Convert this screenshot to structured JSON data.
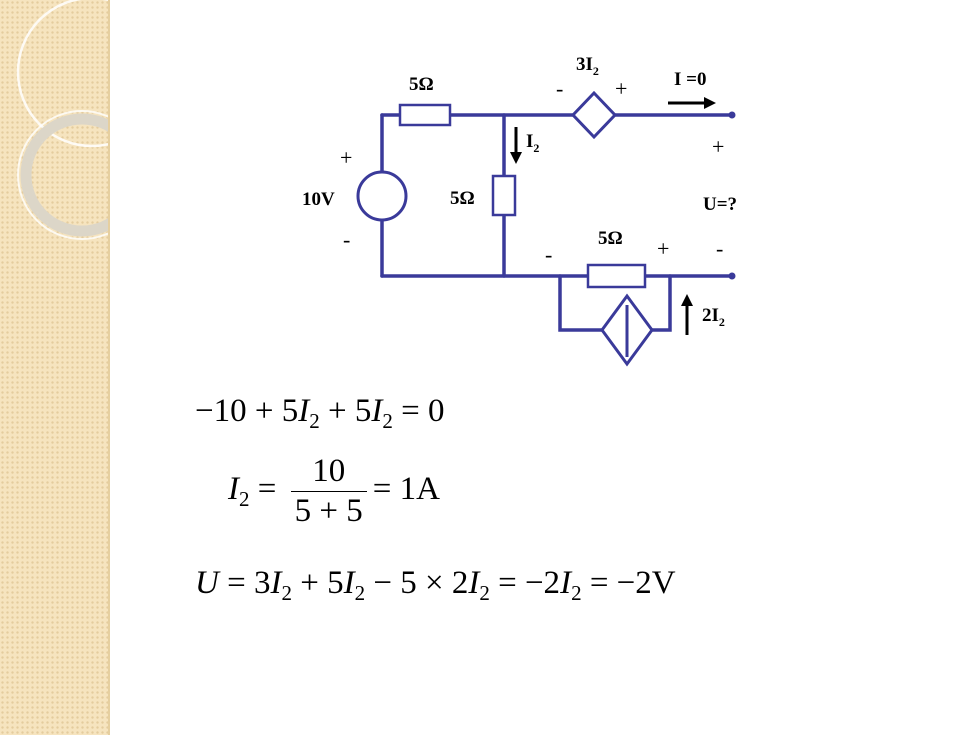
{
  "circuit": {
    "resistor_top_label": "5Ω",
    "resistor_middle_label": "5Ω",
    "resistor_bottom_label": "5Ω",
    "source_label": "10V",
    "source_plus": "+",
    "source_minus": "-",
    "branch_current_label": "I",
    "branch_current_sub": "2",
    "dep_voltage_label": "3I",
    "dep_voltage_sub": "2",
    "dep_voltage_minus": "-",
    "dep_voltage_plus": "+",
    "dep_current_label": "2I",
    "dep_current_sub": "2",
    "output_current_label": "I =0",
    "output_plus": "+",
    "output_minus": "-",
    "output_voltage_label": "U=?",
    "bottom_resistor_minus": "-",
    "bottom_resistor_plus": "+"
  },
  "equations": {
    "kvl": {
      "p1": "−10 + 5",
      "v1": "I",
      "s1": "2",
      "p2": " + 5",
      "v2": "I",
      "s2": "2",
      "p3": " = 0"
    },
    "current": {
      "lhs": "I",
      "lhs_sub": "2",
      "eq": " = ",
      "numerator": "10",
      "denominator": "5 + 5",
      "result": "= 1A"
    },
    "voltage": {
      "u": "U",
      "p1": " = 3",
      "v1": "I",
      "s1": "2",
      "p2": " + 5",
      "v2": "I",
      "s2": "2",
      "p3": " − 5 × 2",
      "v3": "I",
      "s3": "2",
      "p4": " = −2",
      "v4": "I",
      "s4": "2",
      "p5": " = −2V"
    }
  },
  "colors": {
    "wire": "#3a3a9a",
    "side_panel": "#f6e4bf"
  }
}
